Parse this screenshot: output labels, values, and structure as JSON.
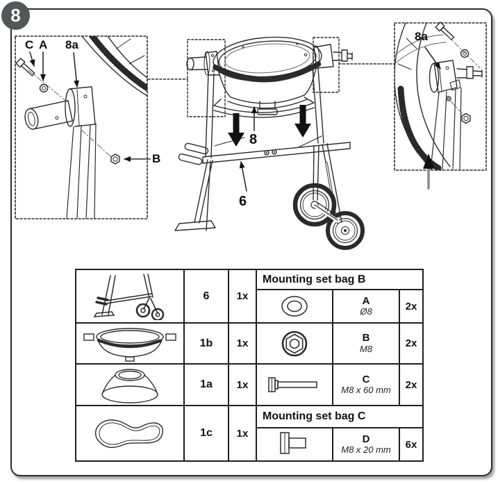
{
  "page": {
    "step_number": "8",
    "colors": {
      "badge": "#55565a",
      "line": "#2a2a2a",
      "label": "#0c0c14"
    }
  },
  "diagram": {
    "left_inset": {
      "label_c": "C",
      "label_a": "A",
      "label_part": "8a",
      "label_b": "B",
      "icons": [
        "bolt-icon",
        "washer-icon",
        "bearing-bracket-icon",
        "nut-icon",
        "gear-ring-icon"
      ]
    },
    "right_inset": {
      "label_part": "8a",
      "icons": [
        "bolt-icon",
        "washer-icon",
        "bearing-bracket-icon",
        "nut-icon",
        "gear-ring-icon"
      ]
    },
    "main": {
      "label_drum": "8",
      "label_frame": "6",
      "icons": [
        "mixer-drum-icon",
        "frame-stand-icon",
        "wheels-icon",
        "down-arrow-icon"
      ]
    }
  },
  "table": {
    "parts": [
      {
        "id": "6",
        "qty": "1x",
        "thumb": "frame-thumbnail"
      },
      {
        "id": "1b",
        "qty": "1x",
        "thumb": "drum-thumbnail"
      },
      {
        "id": "1a",
        "qty": "1x",
        "thumb": "ring-thumbnail"
      },
      {
        "id": "1c",
        "qty": "1x",
        "thumb": "belt-thumbnail"
      }
    ],
    "bag_b": {
      "header": "Mounting set bag B",
      "items": [
        {
          "letter": "A",
          "size": "Ø8",
          "qty": "2x",
          "icon": "washer-icon"
        },
        {
          "letter": "B",
          "size": "M8",
          "qty": "2x",
          "icon": "nut-icon"
        },
        {
          "letter": "C",
          "size": "M8 x 60 mm",
          "qty": "2x",
          "icon": "bolt-long-icon"
        }
      ]
    },
    "bag_c": {
      "header": "Mounting set bag C",
      "items": [
        {
          "letter": "D",
          "size": "M8 x 20 mm",
          "qty": "6x",
          "icon": "bolt-short-icon"
        }
      ]
    }
  }
}
